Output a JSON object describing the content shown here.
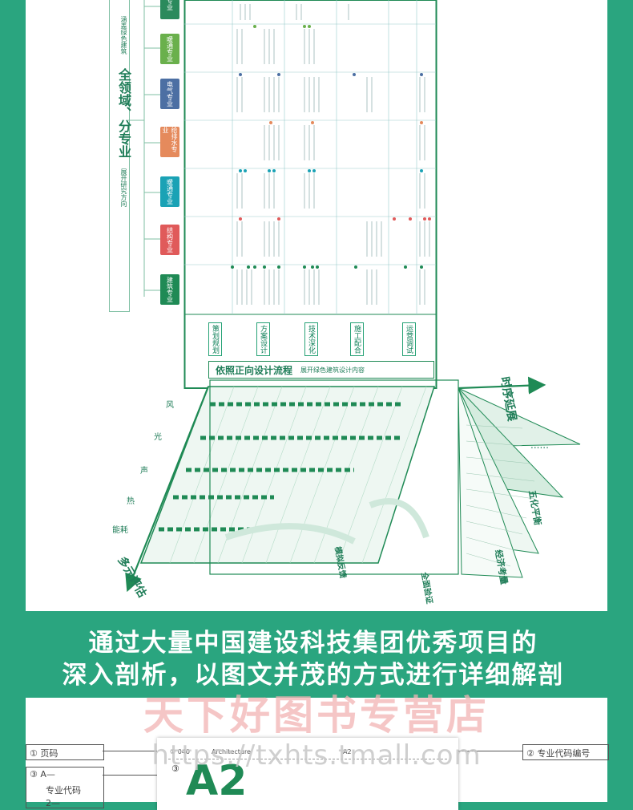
{
  "diagram": {
    "left_title": "全领域、分专业",
    "left_caption_top": "涵盖绿色建筑",
    "left_caption_bottom": "展开研究方向",
    "categories": [
      {
        "label": "暖通专业",
        "color": "#6ab04c"
      },
      {
        "label": "电气专业",
        "color": "#4c6fa3"
      },
      {
        "label": "给排水专业",
        "color": "#e58a5c"
      },
      {
        "label": "暖通专业",
        "color": "#1aa2b5"
      },
      {
        "label": "结构专业",
        "color": "#e05a5a"
      },
      {
        "label": "建筑专业",
        "color": "#1f8a55"
      }
    ],
    "stages": [
      "策划规划",
      "方案设计",
      "技术深化",
      "施工配合",
      "运营调试"
    ],
    "process_title": "依照正向设计流程",
    "process_sub": "展开绿色建筑设计内容",
    "arrow_right": "时序延展",
    "arrow_left": "多元评估",
    "floor_labels": [
      "风",
      "光",
      "声",
      "热",
      "能耗"
    ],
    "right_labels": [
      "五化平衡",
      "经济考量",
      "全面验证",
      "模拟反馈"
    ],
    "dots_hint": "......"
  },
  "headline": {
    "line1": "通过大量中国建设科技集团优秀项目的",
    "line2": "深入剖析，以图文并茂的方式进行详细解剖"
  },
  "watermark": "天下好图书专营店",
  "url_watermark": "https://txhts.tmall.com",
  "legend": {
    "item1": "① 页码",
    "item2": "② 专业代码编号",
    "item3": "③ A—",
    "item3_sub": "专业代码",
    "item3_sub2": "2—",
    "page_number": "① 040",
    "page_header": "Architecture",
    "page_tag": "A2",
    "big_code": "A2",
    "marker3": "③"
  },
  "colors": {
    "brand": "#2aa57f",
    "green_dark": "#1f7d58",
    "watermark_red": "#f2b3b3"
  }
}
